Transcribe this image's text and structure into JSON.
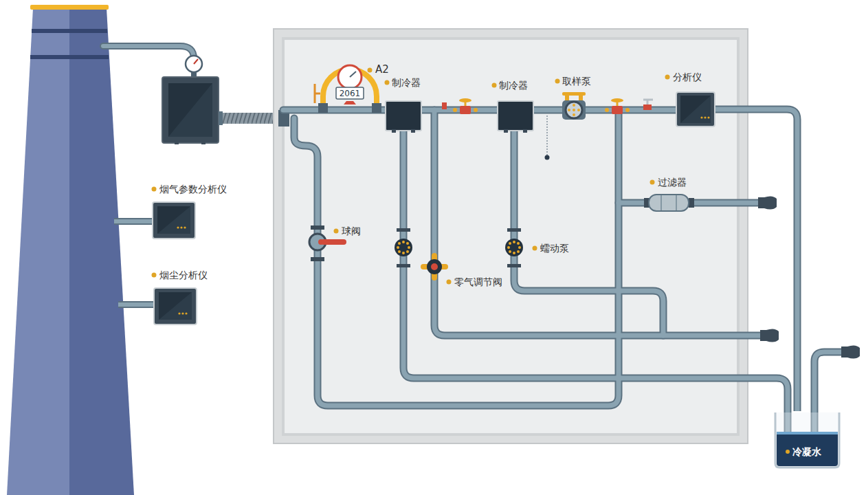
{
  "diagram": {
    "nodes": [
      {
        "text": [
          "分析仪"
        ]
      },
      {
        "text": [
          "冷凝水"
        ]
      }
    ],
    "edges": [
      {
        "from": 0,
        "to": 1,
        "arrow": "none"
      }
    ],
    "labels": [
      "A2",
      "2061",
      "制冷器",
      "制冷器",
      "取样泵",
      "过滤器",
      "烟气参数分析仪",
      "烟尘分析仪",
      "球阀",
      "蠕动泵",
      "零气调节阀"
    ]
  }
}
